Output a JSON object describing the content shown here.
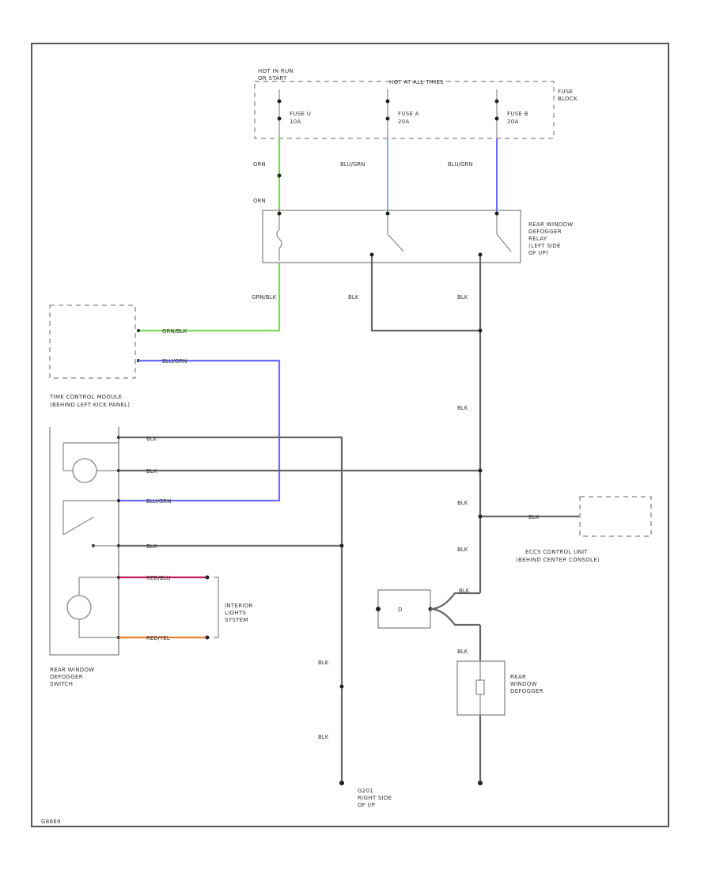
{
  "diagram": {
    "fuse_block": {
      "hot_run_label": "HOT IN RUN\nOR START",
      "hot_all_label": "HOT AT ALL TIMES",
      "block_label": "FUSE\nBLOCK",
      "fuses": [
        {
          "name": "FUSE U",
          "rating": "10A"
        },
        {
          "name": "FUSE A",
          "rating": "20A"
        },
        {
          "name": "FUSE B",
          "rating": "20A"
        }
      ]
    },
    "wires": {
      "orn_1": "ORN",
      "orn_2": "ORN",
      "blu_grn_1": "BLU/GRN",
      "blu_grn_2": "BLU/GRN",
      "grn_blk_1": "GRN/BLK",
      "grn_blk_2": "GRN/BLK",
      "blu_grn_3": "BLU/GRN",
      "blu_grn_4": "BLU/GRN",
      "blk_relay_left": "BLK",
      "blk_relay_right": "BLK",
      "blk_vertical": "BLK",
      "blk_sw1": "BLK",
      "blk_sw2": "BLK",
      "blk_sw4": "BLK",
      "red_blu": "RED/BLU",
      "red_yel": "RED/YEL",
      "blk_junction": "BLK",
      "blk_ecu": "BLK",
      "blk_lower": "BLK",
      "blk_diode": "BLK",
      "blk_defogger": "BLK",
      "blk_ground1": "BLK",
      "blk_ground2": "BLK"
    },
    "components": {
      "relay": "REAR WINDOW\nDEFOGGER\nRELAY\n(LEFT SIDE\nOF I/P)",
      "time_control": "TIME CONTROL MODULE\n(BEHIND LEFT KICK PANEL)",
      "interior_lights": "INTERIOR\nLIGHTS\nSYSTEM",
      "switch": "REAR WINDOW\nDEFOGGER\nSWITCH",
      "eccs": "ECCS CONTROL UNIT\n(BEHIND CENTER CONSOLE)",
      "defogger": "REAR\nWINDOW\nDEFOGGER",
      "ground": "G201\nRIGHT SIDE\nOF I/P",
      "diode": "D"
    },
    "figure_id": "G8669"
  }
}
